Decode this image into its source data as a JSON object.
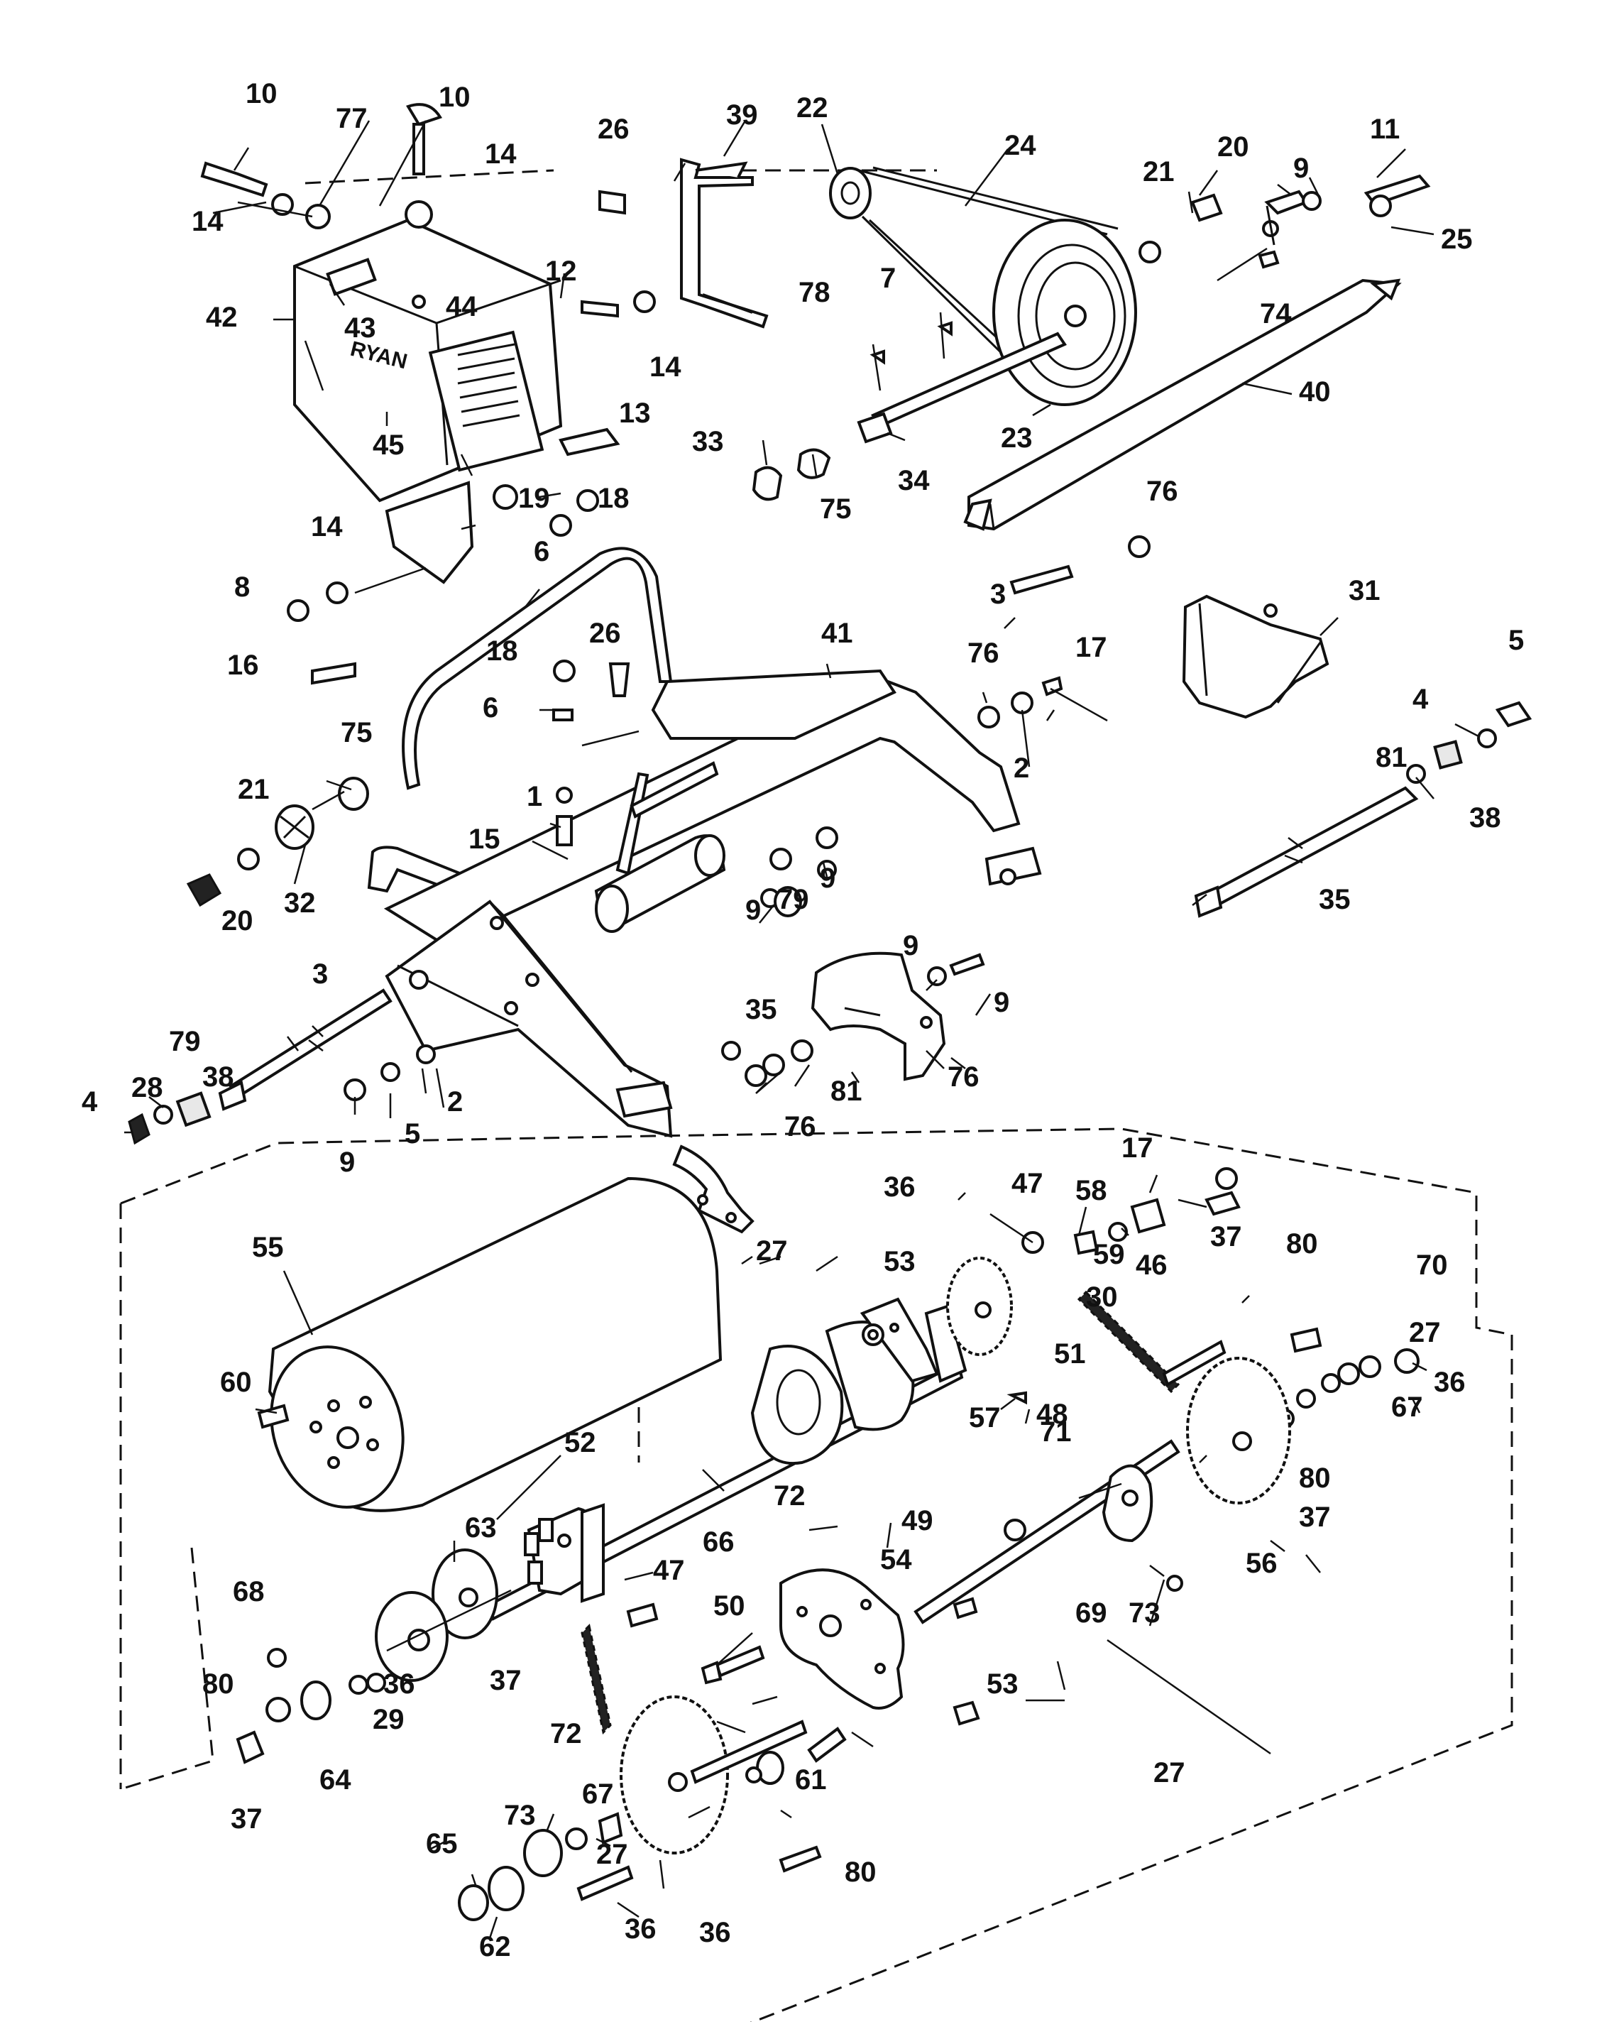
{
  "diagram": {
    "cover_lettering": [
      "RYAN"
    ],
    "callouts": [
      "10",
      "77",
      "10",
      "14",
      "14",
      "26",
      "39",
      "22",
      "24",
      "21",
      "20",
      "9",
      "11",
      "25",
      "78",
      "12",
      "14",
      "7",
      "74",
      "42",
      "43",
      "44",
      "45",
      "13",
      "40",
      "33",
      "75",
      "34",
      "23",
      "19",
      "18",
      "14",
      "76",
      "6",
      "8",
      "3",
      "31",
      "16",
      "18",
      "26",
      "41",
      "76",
      "17",
      "5",
      "4",
      "6",
      "75",
      "21",
      "1",
      "2",
      "81",
      "15",
      "38",
      "32",
      "9",
      "79",
      "9",
      "35",
      "20",
      "9",
      "9",
      "3",
      "35",
      "79",
      "38",
      "81",
      "76",
      "28",
      "4",
      "5",
      "2",
      "76",
      "9",
      "17",
      "36",
      "47",
      "58",
      "37",
      "27",
      "55",
      "46",
      "53",
      "59",
      "30",
      "80",
      "70",
      "27",
      "60",
      "51",
      "36",
      "57",
      "67",
      "52",
      "71",
      "80",
      "37",
      "48",
      "72",
      "66",
      "56",
      "63",
      "49",
      "54",
      "47",
      "68",
      "69",
      "73",
      "50",
      "37",
      "36",
      "80",
      "29",
      "72",
      "53",
      "64",
      "61",
      "27",
      "37",
      "67",
      "73",
      "80",
      "27",
      "65",
      "36",
      "62",
      "36"
    ]
  }
}
